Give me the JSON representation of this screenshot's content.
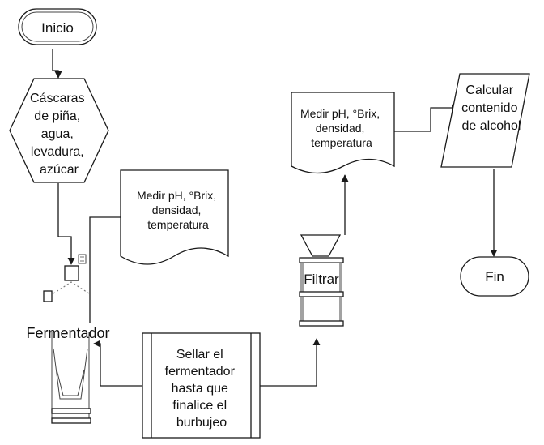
{
  "nodes": {
    "start": {
      "label": "Inicio"
    },
    "ingredients": {
      "lines": [
        "Cáscaras",
        "de piña,",
        "agua,",
        "levadura,",
        "azúcar"
      ]
    },
    "measure1": {
      "lines": [
        "Medir pH, °Brix,",
        "densidad,",
        "temperatura"
      ]
    },
    "fermenter": {
      "label": "Fermentador"
    },
    "seal": {
      "lines": [
        "Sellar el",
        "fermentador",
        "hasta que",
        "finalice el",
        "burbujeo"
      ]
    },
    "filter": {
      "label": "Filtrar"
    },
    "measure2": {
      "lines": [
        "Medir pH, °Brix,",
        "densidad,",
        "temperatura"
      ]
    },
    "calc": {
      "lines": [
        "Calcular",
        "contenido",
        "de alcohol"
      ]
    },
    "end": {
      "label": "Fin"
    }
  }
}
